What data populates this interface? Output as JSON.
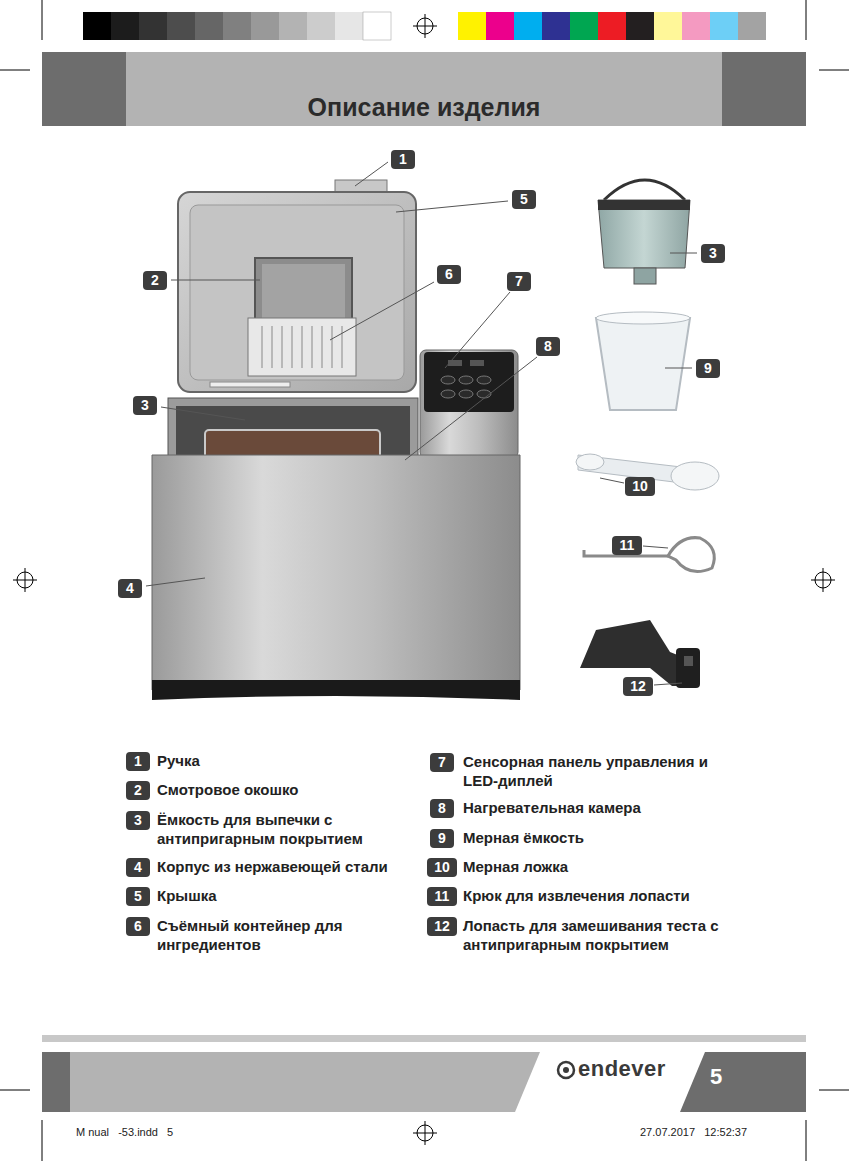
{
  "diagram": {
    "title": "Описание изделия",
    "nodes": [
      {
        "text": [
          "1"
        ]
      },
      {
        "text": [
          "5"
        ]
      },
      {
        "text": [
          "3"
        ]
      },
      {
        "text": [
          "6"
        ]
      },
      {
        "text": [
          "2"
        ]
      },
      {
        "text": [
          "7"
        ]
      },
      {
        "text": [
          "8"
        ]
      },
      {
        "text": [
          "9"
        ]
      },
      {
        "text": [
          "3"
        ]
      },
      {
        "text": [
          "10"
        ]
      },
      {
        "text": [
          "11"
        ]
      },
      {
        "text": [
          "4"
        ]
      },
      {
        "text": [
          "12"
        ]
      },
      {
        "text": [
          "1"
        ]
      },
      {
        "text": [
          "2"
        ]
      },
      {
        "text": [
          "3"
        ]
      },
      {
        "text": [
          "4"
        ]
      },
      {
        "text": [
          "5"
        ]
      },
      {
        "text": [
          "6"
        ]
      },
      {
        "text": [
          "7"
        ]
      },
      {
        "text": [
          "8"
        ]
      },
      {
        "text": [
          "9"
        ]
      },
      {
        "text": [
          "10"
        ]
      },
      {
        "text": [
          "11"
        ]
      },
      {
        "text": [
          "12"
        ]
      },
      {
        "text": [
          "5"
        ]
      }
    ],
    "labels": [
      "Ручка",
      "Смотровое окошко",
      "Ёмкость для выпечки с антипригарным покрытием",
      "Корпус из нержавеющей стали",
      "Крышка",
      "Съёмный контейнер для ингредиентов",
      "Сенсорная панель управления и LED-диплей",
      "Нагревательная камера",
      "Мерная ёмкость",
      "Мерная ложка",
      "Крюк для извлечения лопасти",
      "Лопасть для замешивания теста с антипригарным покрытием",
      "endever",
      "M nual   -53.indd   5",
      "27.07.2017   12:52:37"
    ]
  }
}
